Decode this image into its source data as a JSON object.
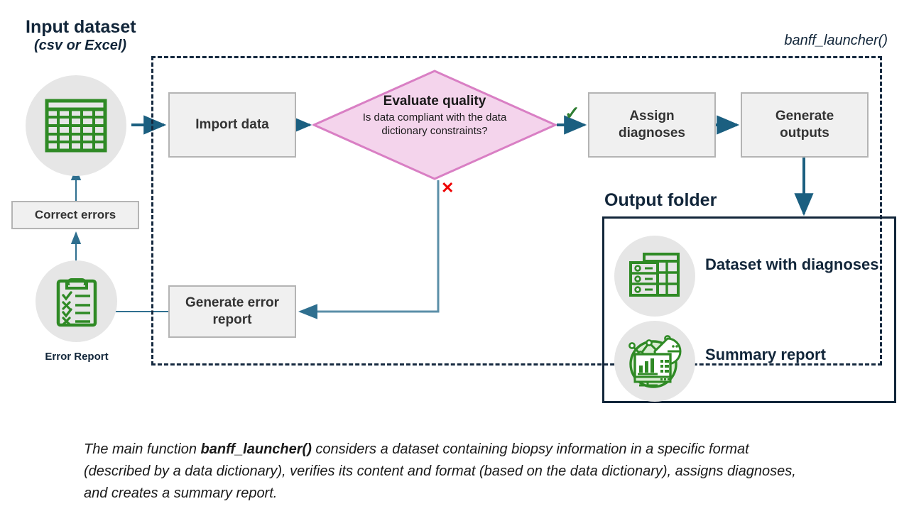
{
  "diagram": {
    "launcher_label": "banff_launcher()",
    "input": {
      "title": "Input dataset",
      "subtitle": "(csv or Excel)",
      "icon": "spreadsheet-table-icon"
    },
    "error_report": {
      "caption": "Error Report",
      "icon": "clipboard-checklist-icon"
    },
    "boxes": {
      "import_data": "Import data",
      "assign_diagnoses": "Assign\ndiagnoses",
      "generate_outputs": "Generate\noutputs",
      "generate_error_report": "Generate error\nreport",
      "correct_errors": "Correct errors"
    },
    "decision": {
      "title": "Evaluate quality",
      "question": "Is data compliant with the data dictionary constraints?",
      "yes_mark": "✓",
      "no_mark": "✕"
    },
    "output_folder": {
      "title": "Output folder",
      "items": [
        {
          "label": "Dataset with diagnoses",
          "icon": "dataset-table-icon"
        },
        {
          "label": "Summary report",
          "icon": "analytics-dashboard-icon"
        }
      ]
    },
    "caption": {
      "part1": "The main function ",
      "bold": "banff_launcher()",
      "part2": " considers a dataset containing biopsy information in a specific format (described by a data dictionary), verifies its content and format (based on the data dictionary), assigns diagnoses, and creates a summary report."
    },
    "colors": {
      "arrow": "#1b5f80",
      "dark_navy": "#12263a",
      "box_fill": "#f0f0f0",
      "box_border": "#b4b4b4",
      "diamond_fill": "#f4d4ec",
      "diamond_border": "#d97fc4",
      "green": "#2f8a25",
      "circle_fill": "#e6e6e6",
      "yes_green": "#2f7d32",
      "no_red": "#ee0000"
    }
  }
}
